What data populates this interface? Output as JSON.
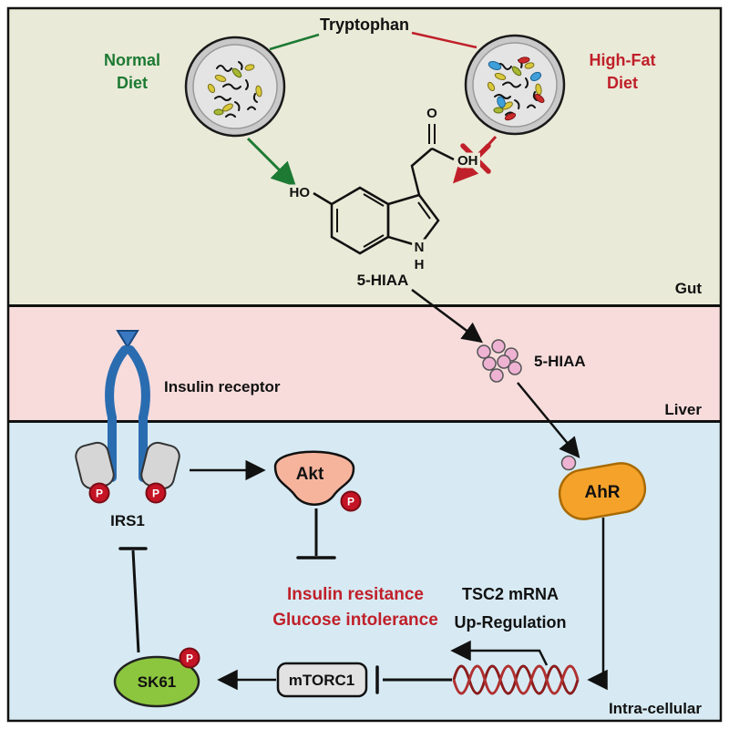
{
  "gut": {
    "band_label": "Gut",
    "tryptophan_label": "Tryptophan",
    "normal_diet": {
      "line1": "Normal",
      "line2": "Diet"
    },
    "high_fat_diet": {
      "line1": "High-Fat",
      "line2": "Diet"
    },
    "hiaa_label": "5-HIAA",
    "molecule_atoms": {
      "ho": "HO",
      "o": "O",
      "oh": "OH",
      "n": "N",
      "h": "H"
    }
  },
  "liver": {
    "band_label": "Liver",
    "receptor_label": "Insulin receptor",
    "hiaa_label": "5-HIAA"
  },
  "cell": {
    "band_label": "Intra-cellular",
    "irs1_label": "IRS1",
    "akt_label": "Akt",
    "ahr_label": "AhR",
    "phospho_label": "P",
    "outcome": {
      "line1": "Insulin resitance",
      "line2": "Glucose intolerance"
    },
    "tsc2": {
      "line1": "TSC2 mRNA",
      "line2": "Up-Regulation"
    },
    "mtorc1_label": "mTORC1",
    "sk61_label": "SK61"
  },
  "colors": {
    "gut_bg": "#eaead8",
    "liver_bg": "#f8dcdc",
    "cell_bg": "#d7eaf3",
    "diet_green": "#1d7a33",
    "alert_red": "#c0202a",
    "receptor_blue": "#2a6cb0",
    "ahr_orange": "#f5a22b",
    "akt_pink": "#f6b49d",
    "sk61_green": "#8cc63e",
    "phospho_red": "#c41425",
    "hiaa_dot_pink": "#eeb2d3",
    "dna_maroon": "#8b1c1c"
  }
}
